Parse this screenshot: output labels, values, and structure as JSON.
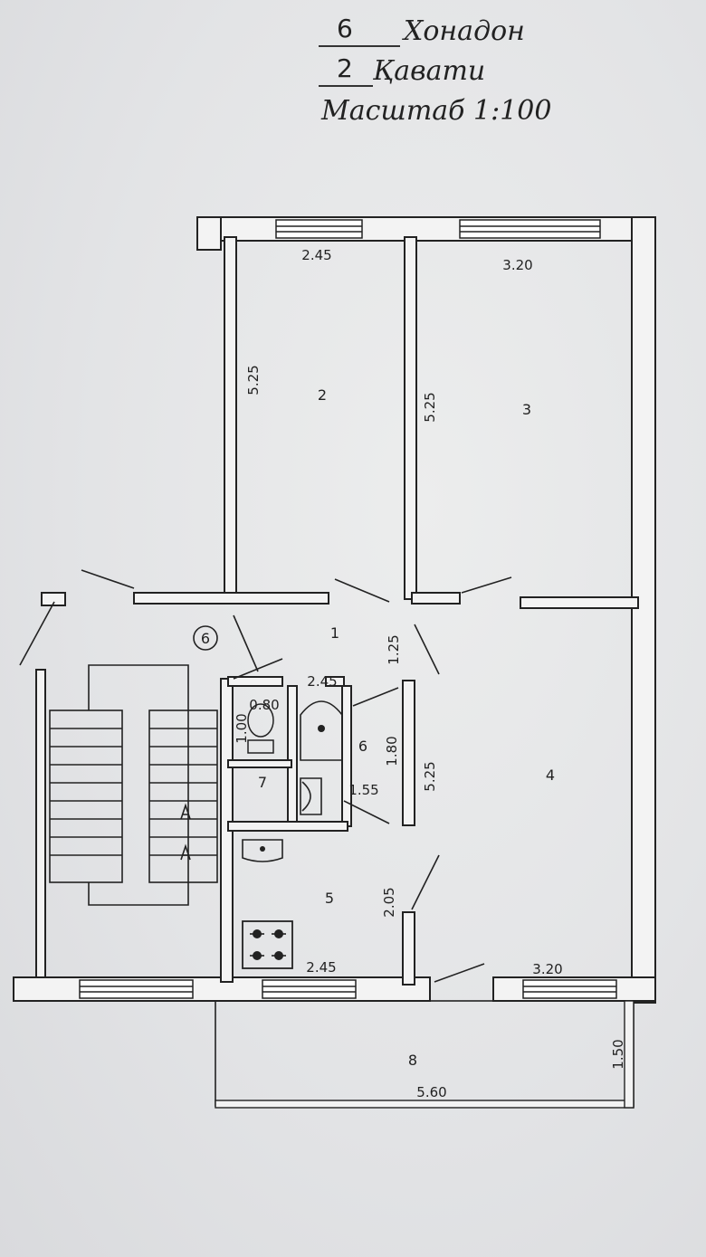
{
  "header": {
    "apartment_number": "6",
    "apartment_label": "Хонадон",
    "floor_number": "2",
    "floor_label": "Қавати",
    "scale_label": "Масштаб 1:100"
  },
  "rooms": [
    {
      "id": "room-2",
      "label": "2"
    },
    {
      "id": "room-3",
      "label": "3"
    },
    {
      "id": "room-1",
      "label": "1"
    },
    {
      "id": "room-4",
      "label": "4"
    },
    {
      "id": "room-5",
      "label": "5"
    },
    {
      "id": "room-6",
      "label": "6"
    },
    {
      "id": "room-7",
      "label": "7"
    },
    {
      "id": "room-8",
      "label": "8"
    }
  ],
  "entrance_marker": "6",
  "dimensions": {
    "room2_width": "2.45",
    "room2_length": "5.25",
    "room3_width": "3.20",
    "room3_length": "5.25",
    "corridor_width": "1.25",
    "bath_width": "2.45",
    "wc_small": "0.80",
    "wc_height": "1.00",
    "bath_depth": "1.80",
    "bath_inner": "1.55",
    "room4_length": "5.25",
    "room4_width": "3.20",
    "kitchen_depth": "2.05",
    "kitchen_width": "2.45",
    "balcony_width": "5.60",
    "balcony_depth": "1.50"
  }
}
